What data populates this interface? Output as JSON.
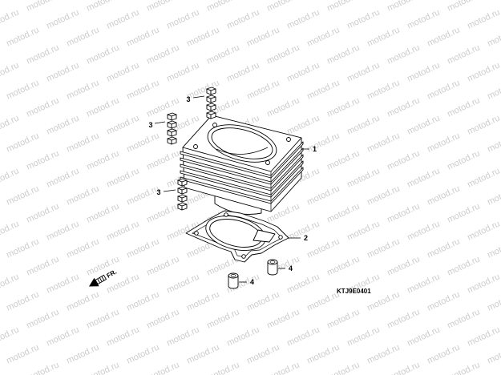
{
  "watermark": "motod.ru",
  "callouts": {
    "cylinder": "1",
    "gasket": "2",
    "stud_upper": "3",
    "stud_left": "3",
    "stud_lower": "3",
    "dowel_left": "4",
    "dowel_right": "4"
  },
  "direction_label": "FR.",
  "diagram_code": "KTJ9E0401",
  "colors": {
    "line": "#000000",
    "watermark": "#cdcdcd",
    "background": "#ffffff"
  }
}
